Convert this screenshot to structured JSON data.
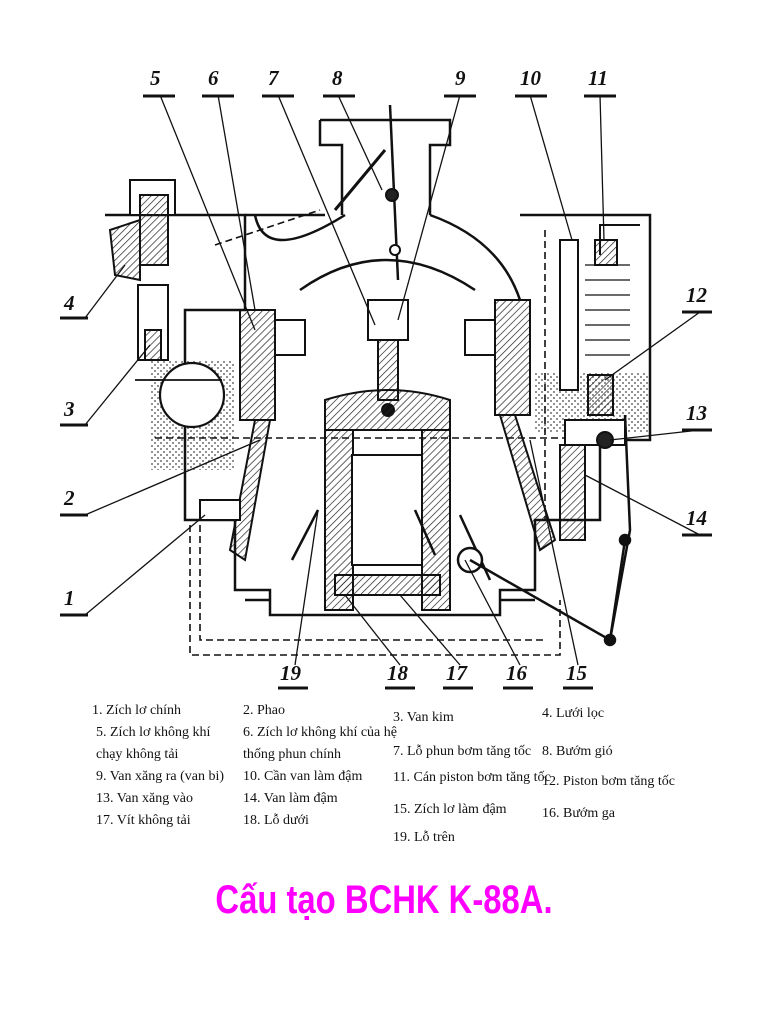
{
  "callouts": [
    "5",
    "6",
    "7",
    "8",
    "9",
    "10",
    "11",
    "4",
    "3",
    "2",
    "1",
    "12",
    "13",
    "14",
    "19",
    "18",
    "17",
    "16",
    "15"
  ],
  "legend": {
    "col1": [
      "1. Zích lơ chính",
      "5. Zích lơ không khí",
      "chạy không tải",
      "9. Van xăng ra (van bi)",
      "13. Van xăng vào",
      "17. Vít không tải"
    ],
    "col2": [
      "2. Phao",
      "6. Zích lơ không khí của hệ",
      "thống phun chính",
      "10. Cần van làm đậm",
      "14. Van làm đậm",
      "18. Lỗ dưới"
    ],
    "col3": [
      "3. Van kim",
      "7. Lỗ phun bơm tăng tốc",
      "11. Cán piston bơm tăng tốc",
      "15. Zích lơ làm đậm",
      "19. Lỗ trên"
    ],
    "col4": [
      "4. Lưới lọc",
      "8. Bướm gió",
      "12. Piston bơm tăng tốc",
      "16. Bướm ga"
    ]
  },
  "title": "Cấu tạo BCHK K-88A.",
  "colors": {
    "title": "#ff00ff",
    "ink": "#111111",
    "fuel": "#444444"
  }
}
